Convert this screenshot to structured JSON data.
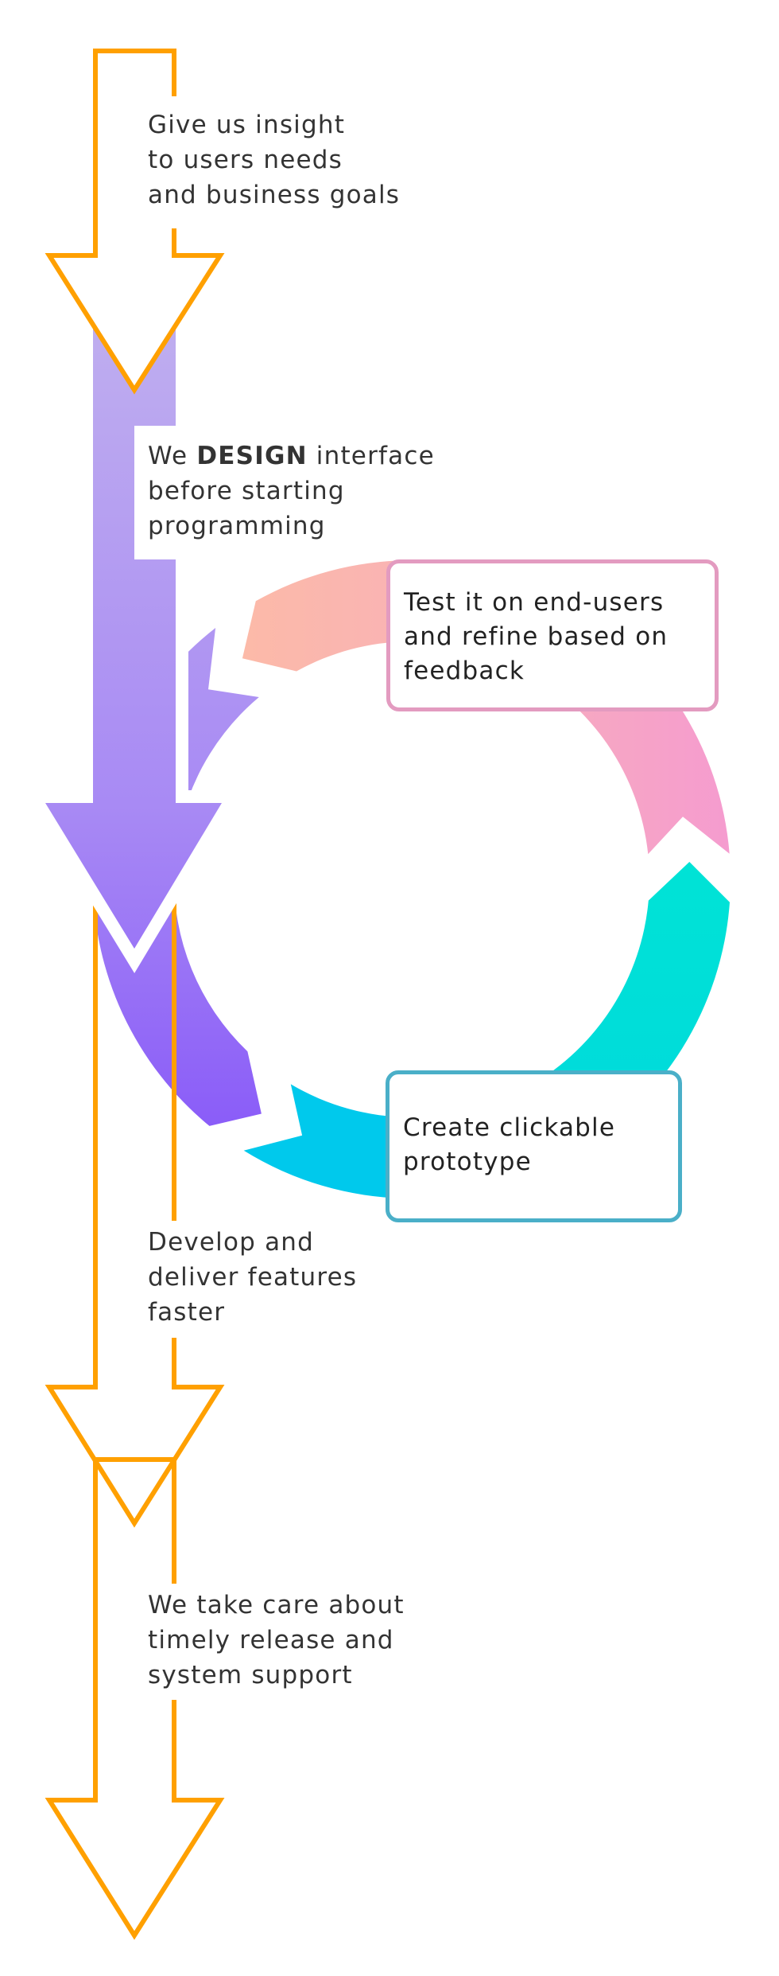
{
  "colors": {
    "orange_outline": "#ffa000",
    "purple_light": "#bfaeef",
    "purple_mid": "#a78bf4",
    "purple_dark": "#8a5cf8",
    "salmon": "#fcbaa8",
    "pink": "#f59bd0",
    "teal": "#00e3d6",
    "cyan": "#00c9ec",
    "pink_box_border": "#e39bc0",
    "blue_box_border": "#4aafc8",
    "text": "#333333"
  },
  "steps": [
    {
      "id": "insight",
      "lines": [
        "Give us insight",
        "to users needs",
        "and business goals"
      ]
    },
    {
      "id": "design",
      "prefix": "We ",
      "bold": "DESIGN",
      "suffix": " interface",
      "lines": [
        "before starting",
        "programming"
      ]
    },
    {
      "id": "develop",
      "lines": [
        "Develop and",
        "deliver features",
        "faster"
      ]
    },
    {
      "id": "release",
      "lines": [
        "We take care about",
        "timely release and",
        "system support"
      ]
    }
  ],
  "cycle": {
    "test_box": {
      "lines": [
        "Test it on end-users",
        "and refine based on",
        "feedback"
      ]
    },
    "prototype_box": {
      "lines": [
        "Create clickable",
        "prototype"
      ]
    }
  }
}
